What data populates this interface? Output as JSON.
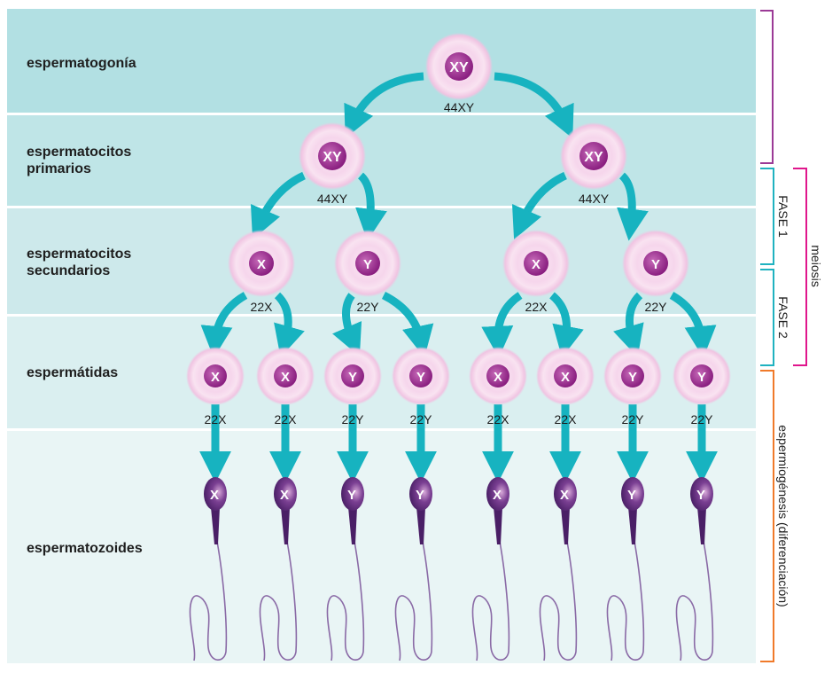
{
  "stages": [
    {
      "id": "spermatogonia",
      "label": "espermatogonía",
      "color": "#b2e0e3"
    },
    {
      "id": "primary",
      "label": "espermatocitos primarios",
      "color": "#bfe5e7"
    },
    {
      "id": "secondary",
      "label": "espermatocitos secundarios",
      "color": "#cde9eb"
    },
    {
      "id": "spermatids",
      "label": "espermátidas",
      "color": "#daeff0"
    },
    {
      "id": "spermatozoa",
      "label": "espermatozoides",
      "color": "#e9f5f5"
    }
  ],
  "cells": {
    "spermatogonia": [
      {
        "nucleus": "XY",
        "karyotype": "44XY"
      }
    ],
    "primary": [
      {
        "nucleus": "XY",
        "karyotype": "44XY"
      },
      {
        "nucleus": "XY",
        "karyotype": "44XY"
      }
    ],
    "secondary": [
      {
        "nucleus": "X",
        "karyotype": "22X"
      },
      {
        "nucleus": "Y",
        "karyotype": "22Y"
      },
      {
        "nucleus": "X",
        "karyotype": "22X"
      },
      {
        "nucleus": "Y",
        "karyotype": "22Y"
      }
    ],
    "spermatids": [
      {
        "nucleus": "X",
        "karyotype": "22X"
      },
      {
        "nucleus": "X",
        "karyotype": "22X"
      },
      {
        "nucleus": "Y",
        "karyotype": "22Y"
      },
      {
        "nucleus": "Y",
        "karyotype": "22Y"
      },
      {
        "nucleus": "X",
        "karyotype": "22X"
      },
      {
        "nucleus": "X",
        "karyotype": "22X"
      },
      {
        "nucleus": "Y",
        "karyotype": "22Y"
      },
      {
        "nucleus": "Y",
        "karyotype": "22Y"
      }
    ],
    "spermatozoa": [
      "X",
      "X",
      "Y",
      "Y",
      "X",
      "X",
      "Y",
      "Y"
    ]
  },
  "brackets": {
    "fase1": "FASE 1",
    "fase2": "FASE 2",
    "meiosis": "meiosis",
    "espermiogenesis": "espermiogénesis (diferenciación)"
  },
  "colors": {
    "arrow": "#17b3c0",
    "cell_outer": "#f2c8e4",
    "nucleus": "#9a2c8e",
    "sperm": "#5a2a7a",
    "bracket_mitosis": "#9b3a96",
    "bracket_phase": "#1fb2c0",
    "bracket_meiosis": "#e0168c",
    "bracket_spermiogenesis": "#f07a2a"
  }
}
